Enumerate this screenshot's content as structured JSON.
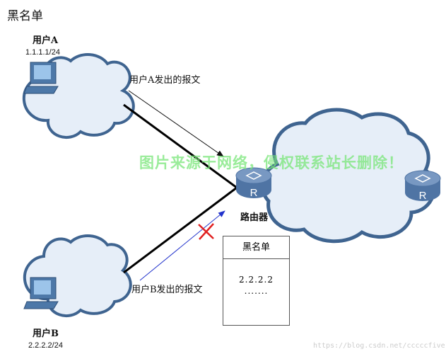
{
  "title": "黑名单",
  "user_a": {
    "name": "用户A",
    "ip": "1.1.1.1/24",
    "message": "用户A发出的报文"
  },
  "user_b": {
    "name": "用户B",
    "ip": "2.2.2.2/24",
    "message": "用户B发出的报文"
  },
  "router": {
    "label": "路由器",
    "icon_letter": "R"
  },
  "remote_router": {
    "icon_letter": "R"
  },
  "blacklist": {
    "header": "黑名单",
    "entries": [
      "2.2.2.2",
      "......."
    ]
  },
  "watermark": "图片来源于网络，侵权联系站长删除！",
  "source": "https://blog.csdn.net/cccccfive",
  "colors": {
    "cloud_fill": "#e6eef8",
    "cloud_stroke": "#3f6490",
    "router": "#5b7fae",
    "blocked_arrow": "#2233cc",
    "block_mark": "#e02020"
  }
}
